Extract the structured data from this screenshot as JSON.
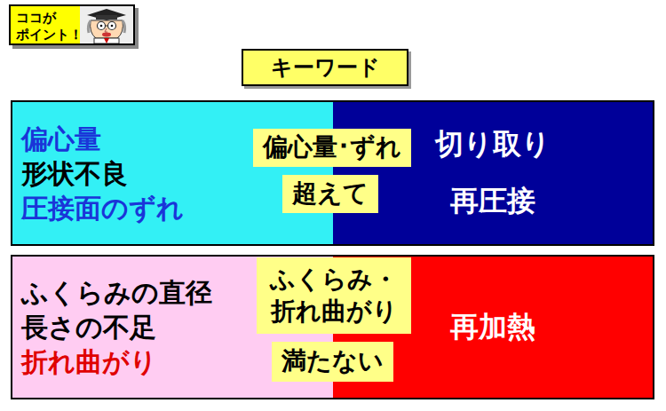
{
  "diagram": {
    "nodes": [
      {
        "text": [
          "ココが ポイント！"
        ]
      },
      {
        "text": [
          "キーワード"
        ]
      },
      {
        "text": [
          "偏心量",
          "形状不良",
          "圧接面のずれ"
        ]
      },
      {
        "text": [
          "偏心量･ずれ"
        ]
      },
      {
        "text": [
          "超えて"
        ]
      },
      {
        "text": [
          "切り取り",
          "再圧接"
        ]
      },
      {
        "text": [
          "ふくらみの直径",
          "長さの不足",
          "折れ曲がり"
        ]
      },
      {
        "text": [
          "ふくらみ・ 折れ曲がり"
        ]
      },
      {
        "text": [
          "満たない"
        ]
      },
      {
        "text": [
          "再加熱"
        ]
      }
    ]
  }
}
